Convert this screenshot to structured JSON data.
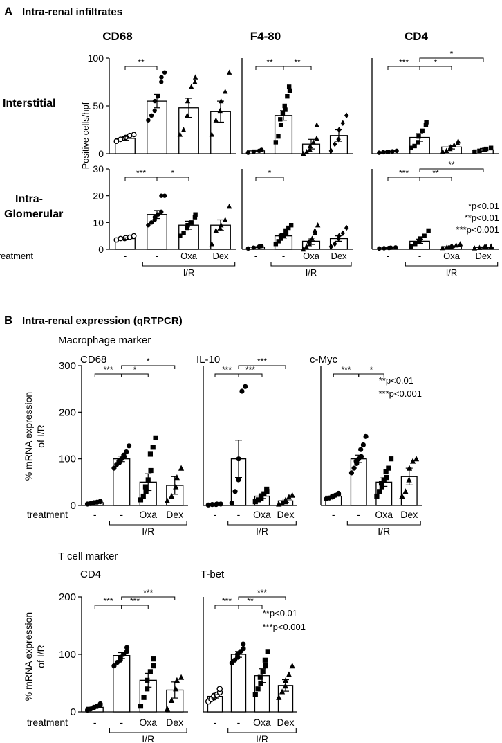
{
  "panel_A": {
    "letter": "A",
    "title": "Intra-renal infiltrates",
    "col_titles": [
      "CD68",
      "F4-80",
      "CD4"
    ],
    "row_titles": {
      "interstitial": "Interstitial",
      "glom_1": "Intra-",
      "glom_2": "Glomerular"
    },
    "ylabel": "Positive cells/hpf",
    "pvalue_note": [
      "*p<0.01",
      "**p<0.01",
      "***p<0.001"
    ],
    "treatment_label": "treatment",
    "groups": [
      "-",
      "-",
      "Oxa",
      "Dex"
    ],
    "ir_label": "I/R"
  },
  "panel_B": {
    "letter": "B",
    "title": "Intra-renal expression (qRTPCR)",
    "macro_label": "Macrophage marker",
    "tcell_label": "T cell marker",
    "ylabel_1": "% mRNA expression",
    "ylabel_2": "of I/R",
    "pvalue_note_macro": [
      "**p<0.01",
      "***p<0.001"
    ],
    "pvalue_note_tcell": [
      "**p<0.01",
      "***p<0.001"
    ],
    "treatment_label": "treatment",
    "groups": [
      "-",
      "-",
      "Oxa",
      "Dex"
    ],
    "ir_label": "I/R"
  },
  "chart_data": [
    {
      "type": "bar",
      "id": "A_CD68_int",
      "title": "CD68",
      "row": "Interstitial",
      "ylim": [
        0,
        100
      ],
      "yticks": [
        "0",
        "50",
        "100"
      ],
      "categories": [
        "-",
        "-",
        "Oxa",
        "Dex"
      ],
      "values": [
        16,
        55,
        48,
        44
      ],
      "sem": [
        2,
        7,
        10,
        11
      ],
      "markers": [
        "circle-open",
        "circle",
        "triangle",
        "triangle"
      ],
      "points": [
        [
          13,
          15,
          16,
          17,
          19,
          20
        ],
        [
          35,
          40,
          45,
          55,
          60,
          75,
          80,
          85
        ],
        [
          20,
          25,
          40,
          55,
          70,
          75,
          80
        ],
        [
          20,
          35,
          45,
          55,
          65,
          85
        ]
      ],
      "sig": [
        {
          "from": 0,
          "to": 1,
          "label": "**"
        }
      ]
    },
    {
      "type": "bar",
      "id": "A_F480_int",
      "title": "F4-80",
      "row": "Interstitial",
      "ylim": [
        0,
        100
      ],
      "yticks": [],
      "categories": [
        "-",
        "-",
        "Oxa",
        "Dex"
      ],
      "values": [
        3,
        40,
        10,
        19
      ],
      "sem": [
        1,
        5,
        5,
        6
      ],
      "markers": [
        "circle",
        "square",
        "triangle",
        "diamond"
      ],
      "points": [
        [
          1,
          2,
          3,
          4
        ],
        [
          12,
          18,
          30,
          36,
          42,
          46,
          50,
          60,
          66,
          70
        ],
        [
          0,
          2,
          4,
          8,
          12,
          16,
          30
        ],
        [
          3,
          10,
          15,
          25,
          32,
          40
        ]
      ],
      "sig": [
        {
          "from": 0,
          "to": 1,
          "label": "**"
        },
        {
          "from": 1,
          "to": 2,
          "label": "**"
        }
      ]
    },
    {
      "type": "bar",
      "id": "A_CD4_int",
      "title": "CD4",
      "row": "Interstitial",
      "ylim": [
        0,
        100
      ],
      "yticks": [],
      "categories": [
        "-",
        "-",
        "Oxa",
        "Dex"
      ],
      "values": [
        2,
        17,
        7,
        4
      ],
      "sem": [
        0.5,
        4,
        2,
        1.5
      ],
      "markers": [
        "circle",
        "square",
        "triangle",
        "square"
      ],
      "points": [
        [
          1,
          1.5,
          2,
          2,
          2.5,
          3
        ],
        [
          6,
          8,
          12,
          18,
          24,
          30,
          33
        ],
        [
          2,
          3,
          5,
          7,
          9,
          11,
          13
        ],
        [
          2,
          3,
          4,
          5,
          6
        ]
      ],
      "sig": [
        {
          "from": 0,
          "to": 1,
          "label": "***"
        },
        {
          "from": 1,
          "to": 2,
          "label": "*"
        },
        {
          "from": 1,
          "to": 3,
          "label": "*"
        }
      ]
    },
    {
      "type": "bar",
      "id": "A_CD68_glom",
      "title": "CD68",
      "row": "Intra-Glomerular",
      "ylim": [
        0,
        30
      ],
      "yticks": [
        "0",
        "10",
        "20",
        "30"
      ],
      "categories": [
        "-",
        "-",
        "Oxa",
        "Dex"
      ],
      "values": [
        4,
        13,
        9,
        9
      ],
      "sem": [
        0.3,
        1.5,
        1.5,
        2
      ],
      "markers": [
        "circle-open",
        "circle",
        "square",
        "triangle"
      ],
      "points": [
        [
          3.5,
          4,
          4,
          4.3,
          4.5,
          5
        ],
        [
          9,
          10,
          11,
          12,
          13,
          14,
          20,
          20
        ],
        [
          5,
          6,
          8,
          9,
          10,
          12,
          13
        ],
        [
          2,
          7,
          8,
          9,
          11,
          16
        ]
      ],
      "sig": [
        {
          "from": 0,
          "to": 1,
          "label": "***"
        },
        {
          "from": 1,
          "to": 2,
          "label": "*"
        }
      ]
    },
    {
      "type": "bar",
      "id": "A_F480_glom",
      "title": "F4-80",
      "row": "Intra-Glomerular",
      "ylim": [
        0,
        30
      ],
      "yticks": [],
      "categories": [
        "-",
        "-",
        "Oxa",
        "Dex"
      ],
      "values": [
        0.8,
        5,
        3,
        4
      ],
      "sem": [
        0.2,
        0.8,
        1.2,
        1
      ],
      "markers": [
        "circle",
        "square",
        "triangle",
        "diamond"
      ],
      "points": [
        [
          0.3,
          0.6,
          1,
          1.2
        ],
        [
          2,
          3,
          4,
          5,
          5,
          6,
          7,
          8,
          9
        ],
        [
          0,
          1,
          2,
          3,
          4,
          6,
          7,
          9
        ],
        [
          1,
          2,
          4,
          5,
          6,
          8
        ]
      ],
      "sig": [
        {
          "from": 0,
          "to": 1,
          "label": "*"
        }
      ]
    },
    {
      "type": "bar",
      "id": "A_CD4_glom",
      "title": "CD4",
      "row": "Intra-Glomerular",
      "ylim": [
        0,
        30
      ],
      "yticks": [],
      "categories": [
        "-",
        "-",
        "Oxa",
        "Dex"
      ],
      "values": [
        0.5,
        3,
        1,
        0.7
      ],
      "sem": [
        0.1,
        0.8,
        0.3,
        0.2
      ],
      "markers": [
        "circle",
        "square",
        "triangle",
        "triangle"
      ],
      "points": [
        [
          0.3,
          0.4,
          0.5,
          0.6,
          0.7
        ],
        [
          1,
          2,
          3,
          4,
          5,
          7
        ],
        [
          0.5,
          0.8,
          1,
          1.2,
          1.5,
          2
        ],
        [
          0.4,
          0.6,
          0.8,
          1,
          1.1
        ]
      ],
      "sig": [
        {
          "from": 0,
          "to": 1,
          "label": "***"
        },
        {
          "from": 1,
          "to": 2,
          "label": "**"
        },
        {
          "from": 1,
          "to": 3,
          "label": "**"
        }
      ]
    },
    {
      "type": "bar",
      "id": "B_CD68",
      "title": "CD68",
      "ylim": [
        0,
        300
      ],
      "yticks": [
        "0",
        "100",
        "200",
        "300"
      ],
      "categories": [
        "-",
        "-",
        "Oxa",
        "Dex"
      ],
      "values": [
        6,
        100,
        50,
        43
      ],
      "sem": [
        1,
        6,
        18,
        19
      ],
      "markers": [
        "circle",
        "circle",
        "square",
        "triangle"
      ],
      "points": [
        [
          3,
          4,
          5,
          6,
          7,
          8,
          9
        ],
        [
          80,
          88,
          92,
          95,
          100,
          105,
          108,
          115,
          128
        ],
        [
          12,
          20,
          30,
          40,
          55,
          75,
          110,
          125,
          145
        ],
        [
          10,
          20,
          40,
          60,
          80
        ]
      ],
      "sig": [
        {
          "from": 0,
          "to": 1,
          "label": "***"
        },
        {
          "from": 1,
          "to": 2,
          "label": "*"
        },
        {
          "from": 1,
          "to": 3,
          "label": "*"
        }
      ]
    },
    {
      "type": "bar",
      "id": "B_IL10",
      "title": "IL-10",
      "ylim": [
        0,
        300
      ],
      "yticks": [],
      "categories": [
        "-",
        "-",
        "Oxa",
        "Dex"
      ],
      "values": [
        2,
        100,
        20,
        10
      ],
      "sem": [
        1,
        40,
        5,
        4
      ],
      "markers": [
        "circle",
        "circle",
        "square",
        "triangle"
      ],
      "points": [
        [
          1,
          2,
          2,
          3,
          3
        ],
        [
          5,
          30,
          55,
          100,
          245,
          255
        ],
        [
          8,
          12,
          15,
          20,
          25,
          30,
          35
        ],
        [
          3,
          5,
          8,
          12,
          18,
          22
        ]
      ],
      "sig": [
        {
          "from": 0,
          "to": 1,
          "label": "***"
        },
        {
          "from": 1,
          "to": 2,
          "label": "***"
        },
        {
          "from": 1,
          "to": 3,
          "label": "***"
        }
      ]
    },
    {
      "type": "bar",
      "id": "B_cMyc",
      "title": "c-Myc",
      "ylim": [
        0,
        300
      ],
      "yticks": [],
      "categories": [
        "-",
        "-",
        "Oxa",
        "Dex"
      ],
      "values": [
        20,
        100,
        50,
        62
      ],
      "sem": [
        2,
        8,
        9,
        18
      ],
      "markers": [
        "circle",
        "circle",
        "square",
        "triangle"
      ],
      "points": [
        [
          14,
          16,
          18,
          20,
          22,
          24,
          26
        ],
        [
          70,
          80,
          90,
          95,
          100,
          105,
          120,
          130,
          148
        ],
        [
          20,
          30,
          40,
          48,
          55,
          60,
          72,
          80,
          100
        ],
        [
          20,
          30,
          55,
          80,
          95,
          100
        ]
      ],
      "sig": [
        {
          "from": 0,
          "to": 1,
          "label": "***"
        },
        {
          "from": 1,
          "to": 2,
          "label": "*"
        }
      ]
    },
    {
      "type": "bar",
      "id": "B_CD4",
      "title": "CD4",
      "ylim": [
        0,
        200
      ],
      "yticks": [
        "0",
        "100",
        "200"
      ],
      "categories": [
        "-",
        "-",
        "Oxa",
        "Dex"
      ],
      "values": [
        8,
        98,
        55,
        38
      ],
      "sem": [
        2,
        5,
        12,
        14
      ],
      "markers": [
        "circle",
        "circle",
        "square",
        "triangle"
      ],
      "points": [
        [
          3,
          5,
          7,
          8,
          10,
          12,
          14
        ],
        [
          80,
          86,
          90,
          95,
          100,
          105,
          112
        ],
        [
          10,
          25,
          40,
          55,
          70,
          80,
          92
        ],
        [
          5,
          20,
          40,
          55,
          60
        ]
      ],
      "sig": [
        {
          "from": 0,
          "to": 1,
          "label": "***"
        },
        {
          "from": 1,
          "to": 2,
          "label": "***"
        },
        {
          "from": 1,
          "to": 3,
          "label": "***"
        }
      ]
    },
    {
      "type": "bar",
      "id": "B_Tbet",
      "title": "T-bet",
      "ylim": [
        0,
        200
      ],
      "yticks": [],
      "categories": [
        "-",
        "-",
        "Oxa",
        "Dex"
      ],
      "values": [
        27,
        100,
        63,
        46
      ],
      "sem": [
        3,
        5,
        12,
        10
      ],
      "markers": [
        "circle-open",
        "circle",
        "square",
        "triangle"
      ],
      "points": [
        [
          18,
          22,
          25,
          28,
          30,
          34,
          40
        ],
        [
          85,
          90,
          95,
          100,
          105,
          110,
          118
        ],
        [
          30,
          40,
          50,
          60,
          70,
          80,
          90,
          105
        ],
        [
          25,
          35,
          45,
          55,
          65,
          80
        ]
      ],
      "sig": [
        {
          "from": 0,
          "to": 1,
          "label": "***"
        },
        {
          "from": 1,
          "to": 2,
          "label": "**"
        },
        {
          "from": 1,
          "to": 3,
          "label": "***"
        }
      ]
    }
  ]
}
